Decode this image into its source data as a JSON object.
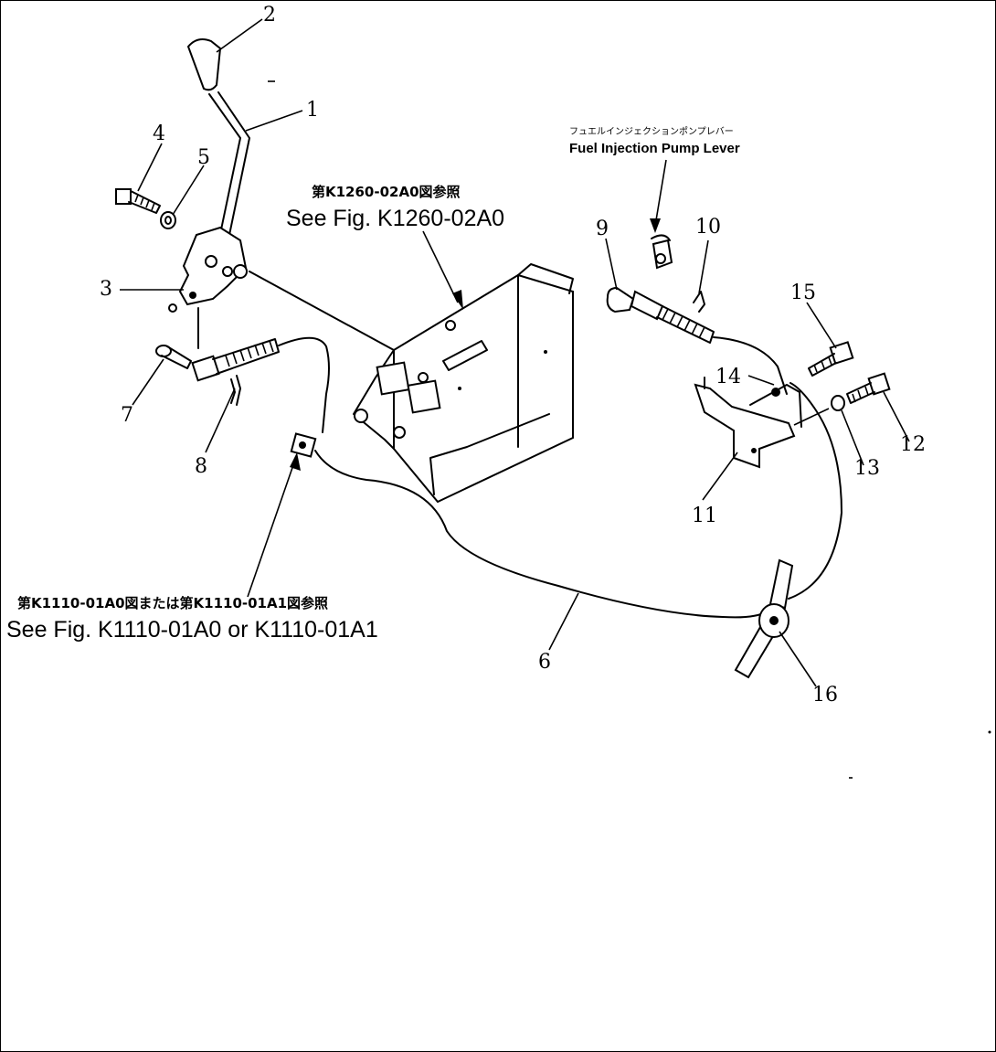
{
  "references": {
    "main_plate": {
      "jp": "第K1260-02A0図参照",
      "en": "See Fig. K1260-02A0"
    },
    "cable_clamp": {
      "jp": "第K1110-01A0図または第K1110-01A1図参照",
      "en": "See Fig. K1110-01A0 or K1110-01A1"
    },
    "pump_lever": {
      "jp": "フュエルインジェクションポンプレバー",
      "en": "Fuel Injection Pump Lever"
    }
  },
  "part_numbers": [
    "1",
    "2",
    "3",
    "4",
    "5",
    "6",
    "7",
    "8",
    "9",
    "10",
    "11",
    "12",
    "13",
    "14",
    "15",
    "16"
  ]
}
